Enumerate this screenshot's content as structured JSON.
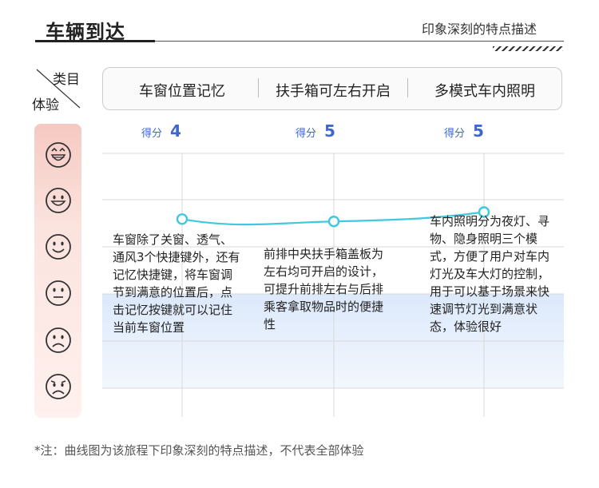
{
  "header": {
    "title": "车辆到达",
    "subtitle": "印象深刻的特点描述"
  },
  "corner": {
    "category_label": "类目",
    "experience_label": "体验"
  },
  "categories": [
    {
      "label": "车窗位置记忆",
      "score_label": "得分",
      "score": "4",
      "description": "车窗除了关窗、透气、通风3个快捷键外，还有记忆快捷键，将车窗调节到满意的位置后，点击记忆按键就可以记住当前车窗位置"
    },
    {
      "label": "扶手箱可左右开启",
      "score_label": "得分",
      "score": "5",
      "description": "前排中央扶手箱盖板为左右均可开启的设计，可提升前排左右与后排乘客拿取物品时的便捷性"
    },
    {
      "label": "多模式车内照明",
      "score_label": "得分",
      "score": "5",
      "description": "车内照明分为夜灯、寻物、隐身照明三个模式，方便了用户对车内灯光及车大灯的控制，用于可以基于场景来快速调节灯光到满意状态，体验很好"
    }
  ],
  "experience_levels": [
    "very-happy-face-icon",
    "happy-face-icon",
    "smile-face-icon",
    "neutral-face-icon",
    "sad-face-icon",
    "very-sad-face-icon"
  ],
  "curve": {
    "color": "#3fc8e0",
    "values": [
      4.6,
      4.55,
      4.75
    ]
  },
  "footnote": "*注：曲线图为该旅程下印象深刻的特点描述，不代表全部体验"
}
